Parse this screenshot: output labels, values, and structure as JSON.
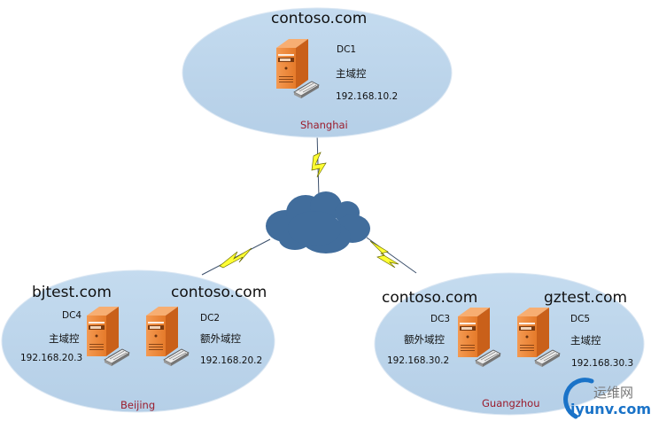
{
  "sites": [
    {
      "city": "Shanghai",
      "domains": [
        "contoso.com"
      ],
      "servers": [
        {
          "name": "DC1",
          "role": "主域控",
          "ip": "192.168.10.2",
          "domain": "contoso.com"
        }
      ]
    },
    {
      "city": "Beijing",
      "domains": [
        "bjtest.com",
        "contoso.com"
      ],
      "servers": [
        {
          "name": "DC4",
          "role": "主域控",
          "ip": "192.168.20.3",
          "domain": "bjtest.com"
        },
        {
          "name": "DC2",
          "role": "额外域控",
          "ip": "192.168.20.2",
          "domain": "contoso.com"
        }
      ]
    },
    {
      "city": "Guangzhou",
      "domains": [
        "contoso.com",
        "gztest.com"
      ],
      "servers": [
        {
          "name": "DC3",
          "role": "额外域控",
          "ip": "192.168.30.2",
          "domain": "contoso.com"
        },
        {
          "name": "DC5",
          "role": "主域控",
          "ip": "192.168.30.3",
          "domain": "gztest.com"
        }
      ]
    }
  ],
  "network": {
    "center": "cloud",
    "links": [
      "Shanghai",
      "Beijing",
      "Guangzhou"
    ]
  },
  "colors": {
    "site_fill": "#bcd5eb",
    "cloud_fill": "#416d9c",
    "server_orange": "#ef8a3c",
    "link_yellow": "#ffff33",
    "city_text": "#9b1c2c",
    "watermark_blue": "#1a73c8"
  },
  "watermark": {
    "cn": "运维网",
    "en": "iyunv.com"
  }
}
